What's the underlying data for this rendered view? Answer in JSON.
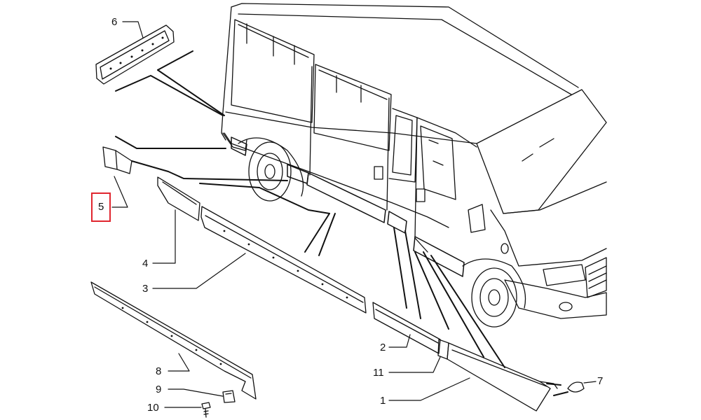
{
  "callouts": {
    "c1": "1",
    "c2": "2",
    "c3": "3",
    "c4": "4",
    "c5": "5",
    "c6": "6",
    "c7": "7",
    "c8": "8",
    "c9": "9",
    "c10": "10",
    "c11": "11"
  },
  "highlighted_callout": "5",
  "colors": {
    "line": "#111111",
    "highlight": "#e0262f",
    "background": "#ffffff"
  }
}
